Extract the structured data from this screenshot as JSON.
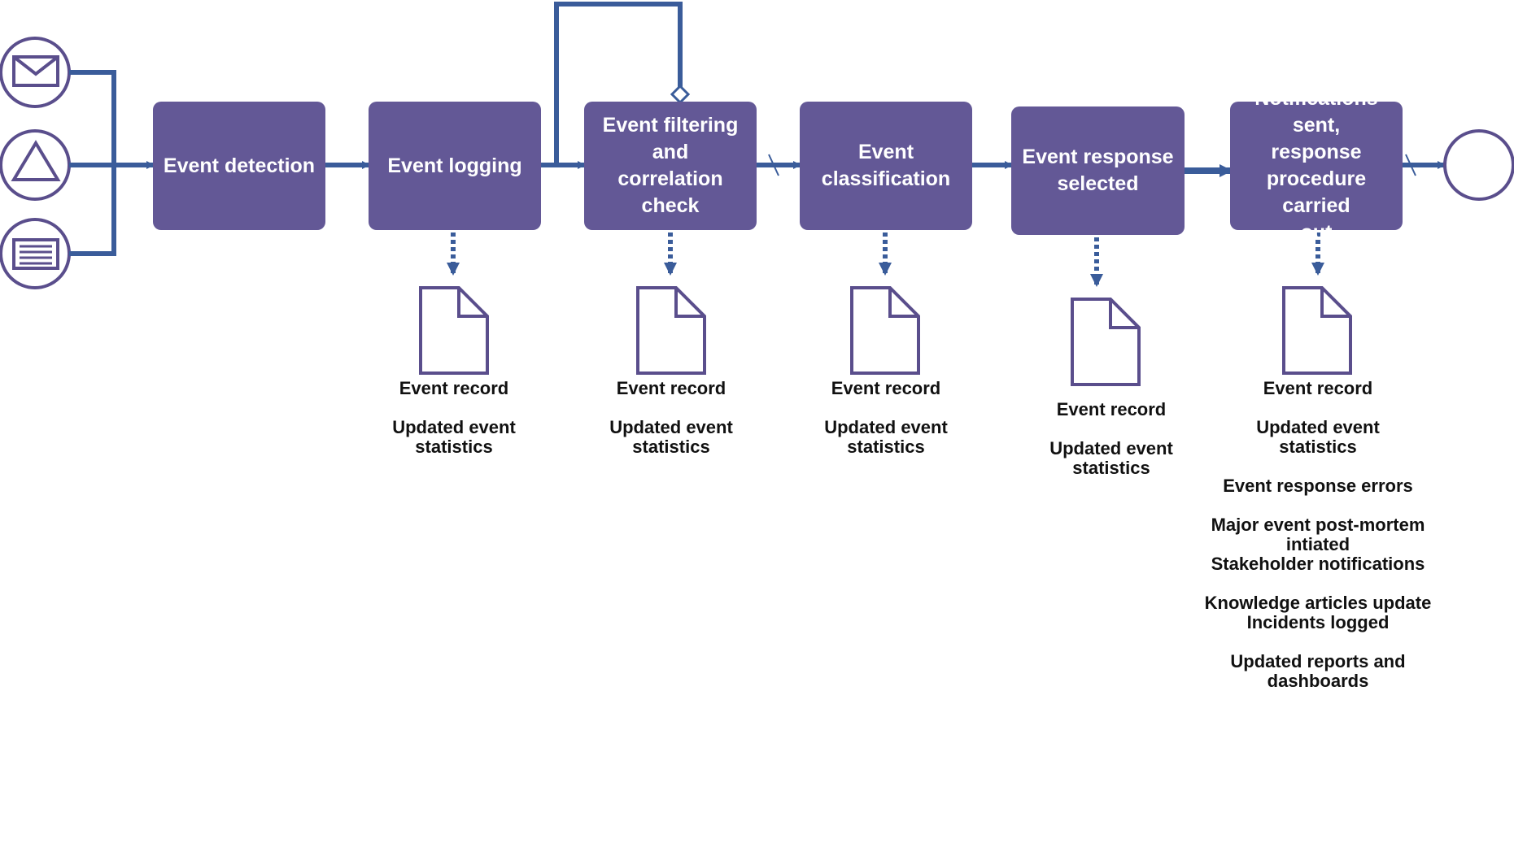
{
  "colors": {
    "activity": "#635896",
    "flow": "#3a5c9a",
    "outline": "#5a4e8c",
    "text": "#111111"
  },
  "start_events": [
    {
      "icon": "envelope-icon"
    },
    {
      "icon": "triangle-icon"
    },
    {
      "icon": "list-icon"
    }
  ],
  "activities": [
    {
      "label": "Event detection"
    },
    {
      "label": "Event logging"
    },
    {
      "label": "Event filtering\nand\ncorrelation\ncheck"
    },
    {
      "label": "Event\nclassification"
    },
    {
      "label": "Event response\nselected"
    },
    {
      "label": "Notifications sent,\nresponse\nprocedure carried\nout"
    }
  ],
  "outputs": [
    [
      "Event record",
      "Updated event\nstatistics"
    ],
    [
      "Event record",
      "Updated event\nstatistics"
    ],
    [
      "Event record",
      "Updated event\nstatistics"
    ],
    [
      "Event record",
      "Updated event\nstatistics"
    ],
    [
      "Event record",
      "Updated event\nstatistics",
      "Event response errors",
      "Major event post-mortem\nintiated\nStakeholder notifications",
      "Knowledge articles update\nIncidents logged",
      "Updated reports and\ndashboards"
    ]
  ],
  "end_event": {
    "icon": "end-circle-icon"
  }
}
